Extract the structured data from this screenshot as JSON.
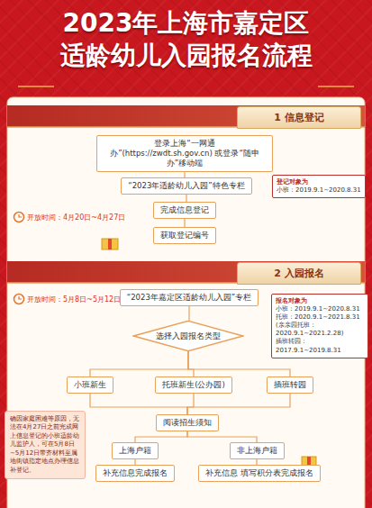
{
  "diagram": {
    "title": "2023年上海市嘉定区 适龄幼儿入园报名流程",
    "nodes": [
      {
        "text": [
          "1 信息登记"
        ]
      },
      {
        "text": [
          "登录上海“一网通办”(https://zwdt.sh.gov.cn) 或登录“随申办”移动端"
        ]
      },
      {
        "text": [
          "“2023年适龄幼儿入园”特色专栏"
        ]
      },
      {
        "text": [
          "完成信息登记"
        ]
      },
      {
        "text": [
          "获取登记编号"
        ]
      },
      {
        "text": [
          "登记对象为",
          "小班：2019.9.1~2020.8.31"
        ]
      },
      {
        "text": [
          "2 入园报名"
        ]
      },
      {
        "text": [
          "“2023年嘉定区适龄幼儿入园”专栏"
        ]
      },
      {
        "text": [
          "选择入园报名类型"
        ]
      },
      {
        "text": [
          "报名对象为",
          "小班：2019.9.1~2020.8.31",
          "托班：2020.9.1~2021.8.31",
          "(亲亲园托班：2020.9.1~2021.2.28)",
          "插班转园：2017.9.1~2019.8.31"
        ]
      },
      {
        "text": [
          "小班新生"
        ]
      },
      {
        "text": [
          "托班新生(公办园)"
        ]
      },
      {
        "text": [
          "插班转园"
        ]
      },
      {
        "text": [
          "确因家庭困难等原因，无法在4月27日之前完成网上信息登记的小班适龄幼儿监护人，可在5月8日~5月12日带齐材料至属地街镇指定地点办理信息补登记。"
        ]
      },
      {
        "text": [
          "阅读招生须知"
        ]
      },
      {
        "text": [
          "上海户籍"
        ]
      },
      {
        "text": [
          "非上海户籍"
        ]
      },
      {
        "text": [
          "补充信息完成报名"
        ]
      },
      {
        "text": [
          "补充信息 填写积分表完成报名"
        ]
      }
    ],
    "edges": [
      {
        "from": 1,
        "to": 2,
        "arrow": "none"
      },
      {
        "from": 2,
        "to": 3,
        "arrow": "none"
      },
      {
        "from": 3,
        "to": 4,
        "arrow": "none"
      },
      {
        "from": 7,
        "to": 8,
        "arrow": "none"
      },
      {
        "from": 8,
        "to": 10,
        "arrow": "none"
      },
      {
        "from": 8,
        "to": 11,
        "arrow": "none"
      },
      {
        "from": 8,
        "to": 12,
        "arrow": "none"
      },
      {
        "from": 10,
        "to": 14,
        "arrow": "none"
      },
      {
        "from": 11,
        "to": 14,
        "arrow": "none"
      },
      {
        "from": 12,
        "to": 14,
        "arrow": "none"
      },
      {
        "from": 14,
        "to": 15,
        "arrow": "none"
      },
      {
        "from": 14,
        "to": 16,
        "arrow": "none"
      },
      {
        "from": 15,
        "to": 17,
        "arrow": "none"
      },
      {
        "from": 16,
        "to": 18,
        "arrow": "none"
      }
    ],
    "labels": [
      "开放时间：4月20日~4月27日",
      "开放时间：5月8日~5月12日"
    ]
  }
}
